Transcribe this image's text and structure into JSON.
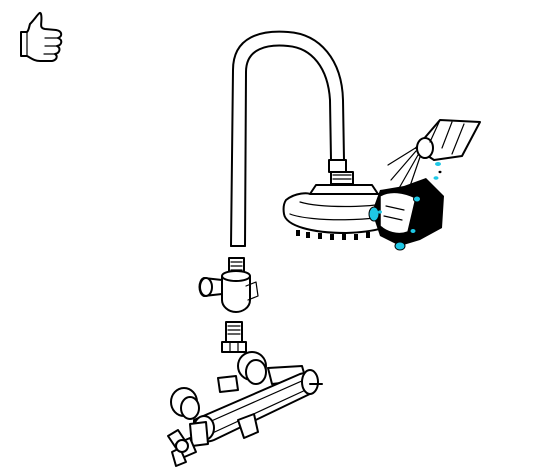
{
  "figure": {
    "type": "maintenance-instruction-illustration",
    "icons": [
      "thumbs-up-icon"
    ],
    "parts": [
      "shower-arm-hose",
      "shower-head",
      "diverter-valve",
      "connector-nut",
      "thermostatic-mixer"
    ],
    "highlight_color": "#1ec8e6",
    "line_color": "#000000",
    "background": "#ffffff"
  }
}
